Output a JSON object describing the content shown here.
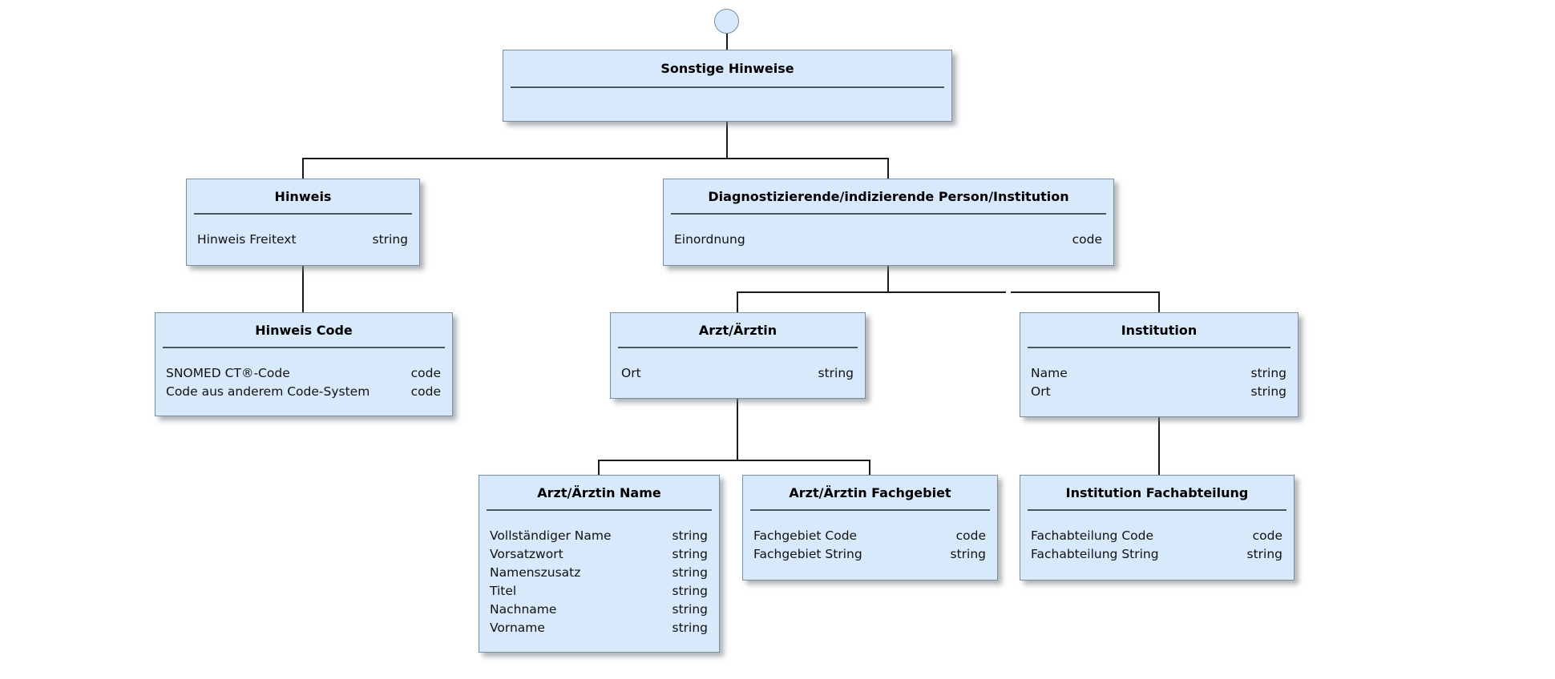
{
  "diagram": {
    "title_of_root_entity": "Sonstige Hinweise",
    "root_anchor": {
      "shape": "circle"
    },
    "colors": {
      "box_fill": "#d7e9fb",
      "box_border": "#7a8e9e",
      "separator": "#4d5560",
      "connector": "#1a1a1a",
      "shadow": "rgba(120,130,140,0.6)",
      "background": "#ffffff",
      "title_text": "#000000",
      "attr_text": "#111111"
    },
    "entities": [
      {
        "id": "sonstige-hinweise",
        "title": "Sonstige Hinweise",
        "attributes": []
      },
      {
        "id": "hinweis",
        "title": "Hinweis",
        "attributes": [
          {
            "name": "Hinweis Freitext",
            "type": "string"
          }
        ]
      },
      {
        "id": "diagnostizierende-person-institution",
        "title": "Diagnostizierende/indizierende Person/Institution",
        "attributes": [
          {
            "name": "Einordnung",
            "type": "code"
          }
        ]
      },
      {
        "id": "hinweis-code",
        "title": "Hinweis Code",
        "attributes": [
          {
            "name": "SNOMED CT®-Code",
            "type": "code"
          },
          {
            "name": "Code aus anderem Code-System",
            "type": "code"
          }
        ]
      },
      {
        "id": "arzt-aerztin",
        "title": "Arzt/Ärztin",
        "attributes": [
          {
            "name": "Ort",
            "type": "string"
          }
        ]
      },
      {
        "id": "institution",
        "title": "Institution",
        "attributes": [
          {
            "name": "Name",
            "type": "string"
          },
          {
            "name": "Ort",
            "type": "string"
          }
        ]
      },
      {
        "id": "arzt-aerztin-name",
        "title": "Arzt/Ärztin Name",
        "attributes": [
          {
            "name": "Vollständiger Name",
            "type": "string"
          },
          {
            "name": "Vorsatzwort",
            "type": "string"
          },
          {
            "name": "Namenszusatz",
            "type": "string"
          },
          {
            "name": "Titel",
            "type": "string"
          },
          {
            "name": "Nachname",
            "type": "string"
          },
          {
            "name": "Vorname",
            "type": "string"
          }
        ]
      },
      {
        "id": "arzt-aerztin-fachgebiet",
        "title": "Arzt/Ärztin Fachgebiet",
        "attributes": [
          {
            "name": "Fachgebiet Code",
            "type": "code"
          },
          {
            "name": "Fachgebiet String",
            "type": "string"
          }
        ]
      },
      {
        "id": "institution-fachabteilung",
        "title": "Institution Fachabteilung",
        "attributes": [
          {
            "name": "Fachabteilung Code",
            "type": "code"
          },
          {
            "name": "Fachabteilung String",
            "type": "string"
          }
        ]
      }
    ],
    "edges": [
      {
        "from": "root-anchor",
        "to": "sonstige-hinweise"
      },
      {
        "from": "sonstige-hinweise",
        "to": "hinweis"
      },
      {
        "from": "sonstige-hinweise",
        "to": "diagnostizierende-person-institution"
      },
      {
        "from": "hinweis",
        "to": "hinweis-code"
      },
      {
        "from": "diagnostizierende-person-institution",
        "to": "arzt-aerztin"
      },
      {
        "from": "diagnostizierende-person-institution",
        "to": "institution"
      },
      {
        "from": "arzt-aerztin",
        "to": "arzt-aerztin-name"
      },
      {
        "from": "arzt-aerztin",
        "to": "arzt-aerztin-fachgebiet"
      },
      {
        "from": "institution",
        "to": "institution-fachabteilung"
      }
    ]
  }
}
